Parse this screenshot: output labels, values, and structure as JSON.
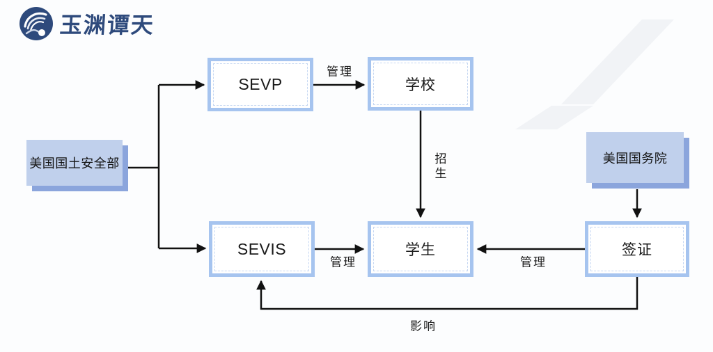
{
  "brand": {
    "name": "玉渊谭天",
    "icon": "wave-circle-logo"
  },
  "diagram": {
    "nodes": {
      "dhs": {
        "label": "美国国土安全部",
        "style": "filled"
      },
      "dos": {
        "label": "美国国务院",
        "style": "filled"
      },
      "sevp": {
        "label": "SEVP",
        "style": "outlined"
      },
      "school": {
        "label": "学校",
        "style": "outlined"
      },
      "sevis": {
        "label": "SEVIS",
        "style": "outlined"
      },
      "student": {
        "label": "学生",
        "style": "outlined"
      },
      "visa": {
        "label": "签证",
        "style": "outlined"
      }
    },
    "edges": {
      "sevp_to_school": {
        "label": "管理"
      },
      "school_to_student": {
        "label": "招生"
      },
      "sevis_to_student": {
        "label": "管理"
      },
      "visa_to_student": {
        "label": "管理"
      },
      "visa_to_sevis": {
        "label": "影响"
      }
    }
  },
  "colors": {
    "background": "#fcfdfe",
    "node_border": "#a6c4ef",
    "node_inner_dash": "#c5d7f2",
    "filled_node_fill": "#c0d0ec",
    "filled_node_shadow": "#8ba5dc",
    "edge_line": "#111111",
    "brand_navy": "#2e4a7c",
    "watermark": "#f1f3f6"
  }
}
